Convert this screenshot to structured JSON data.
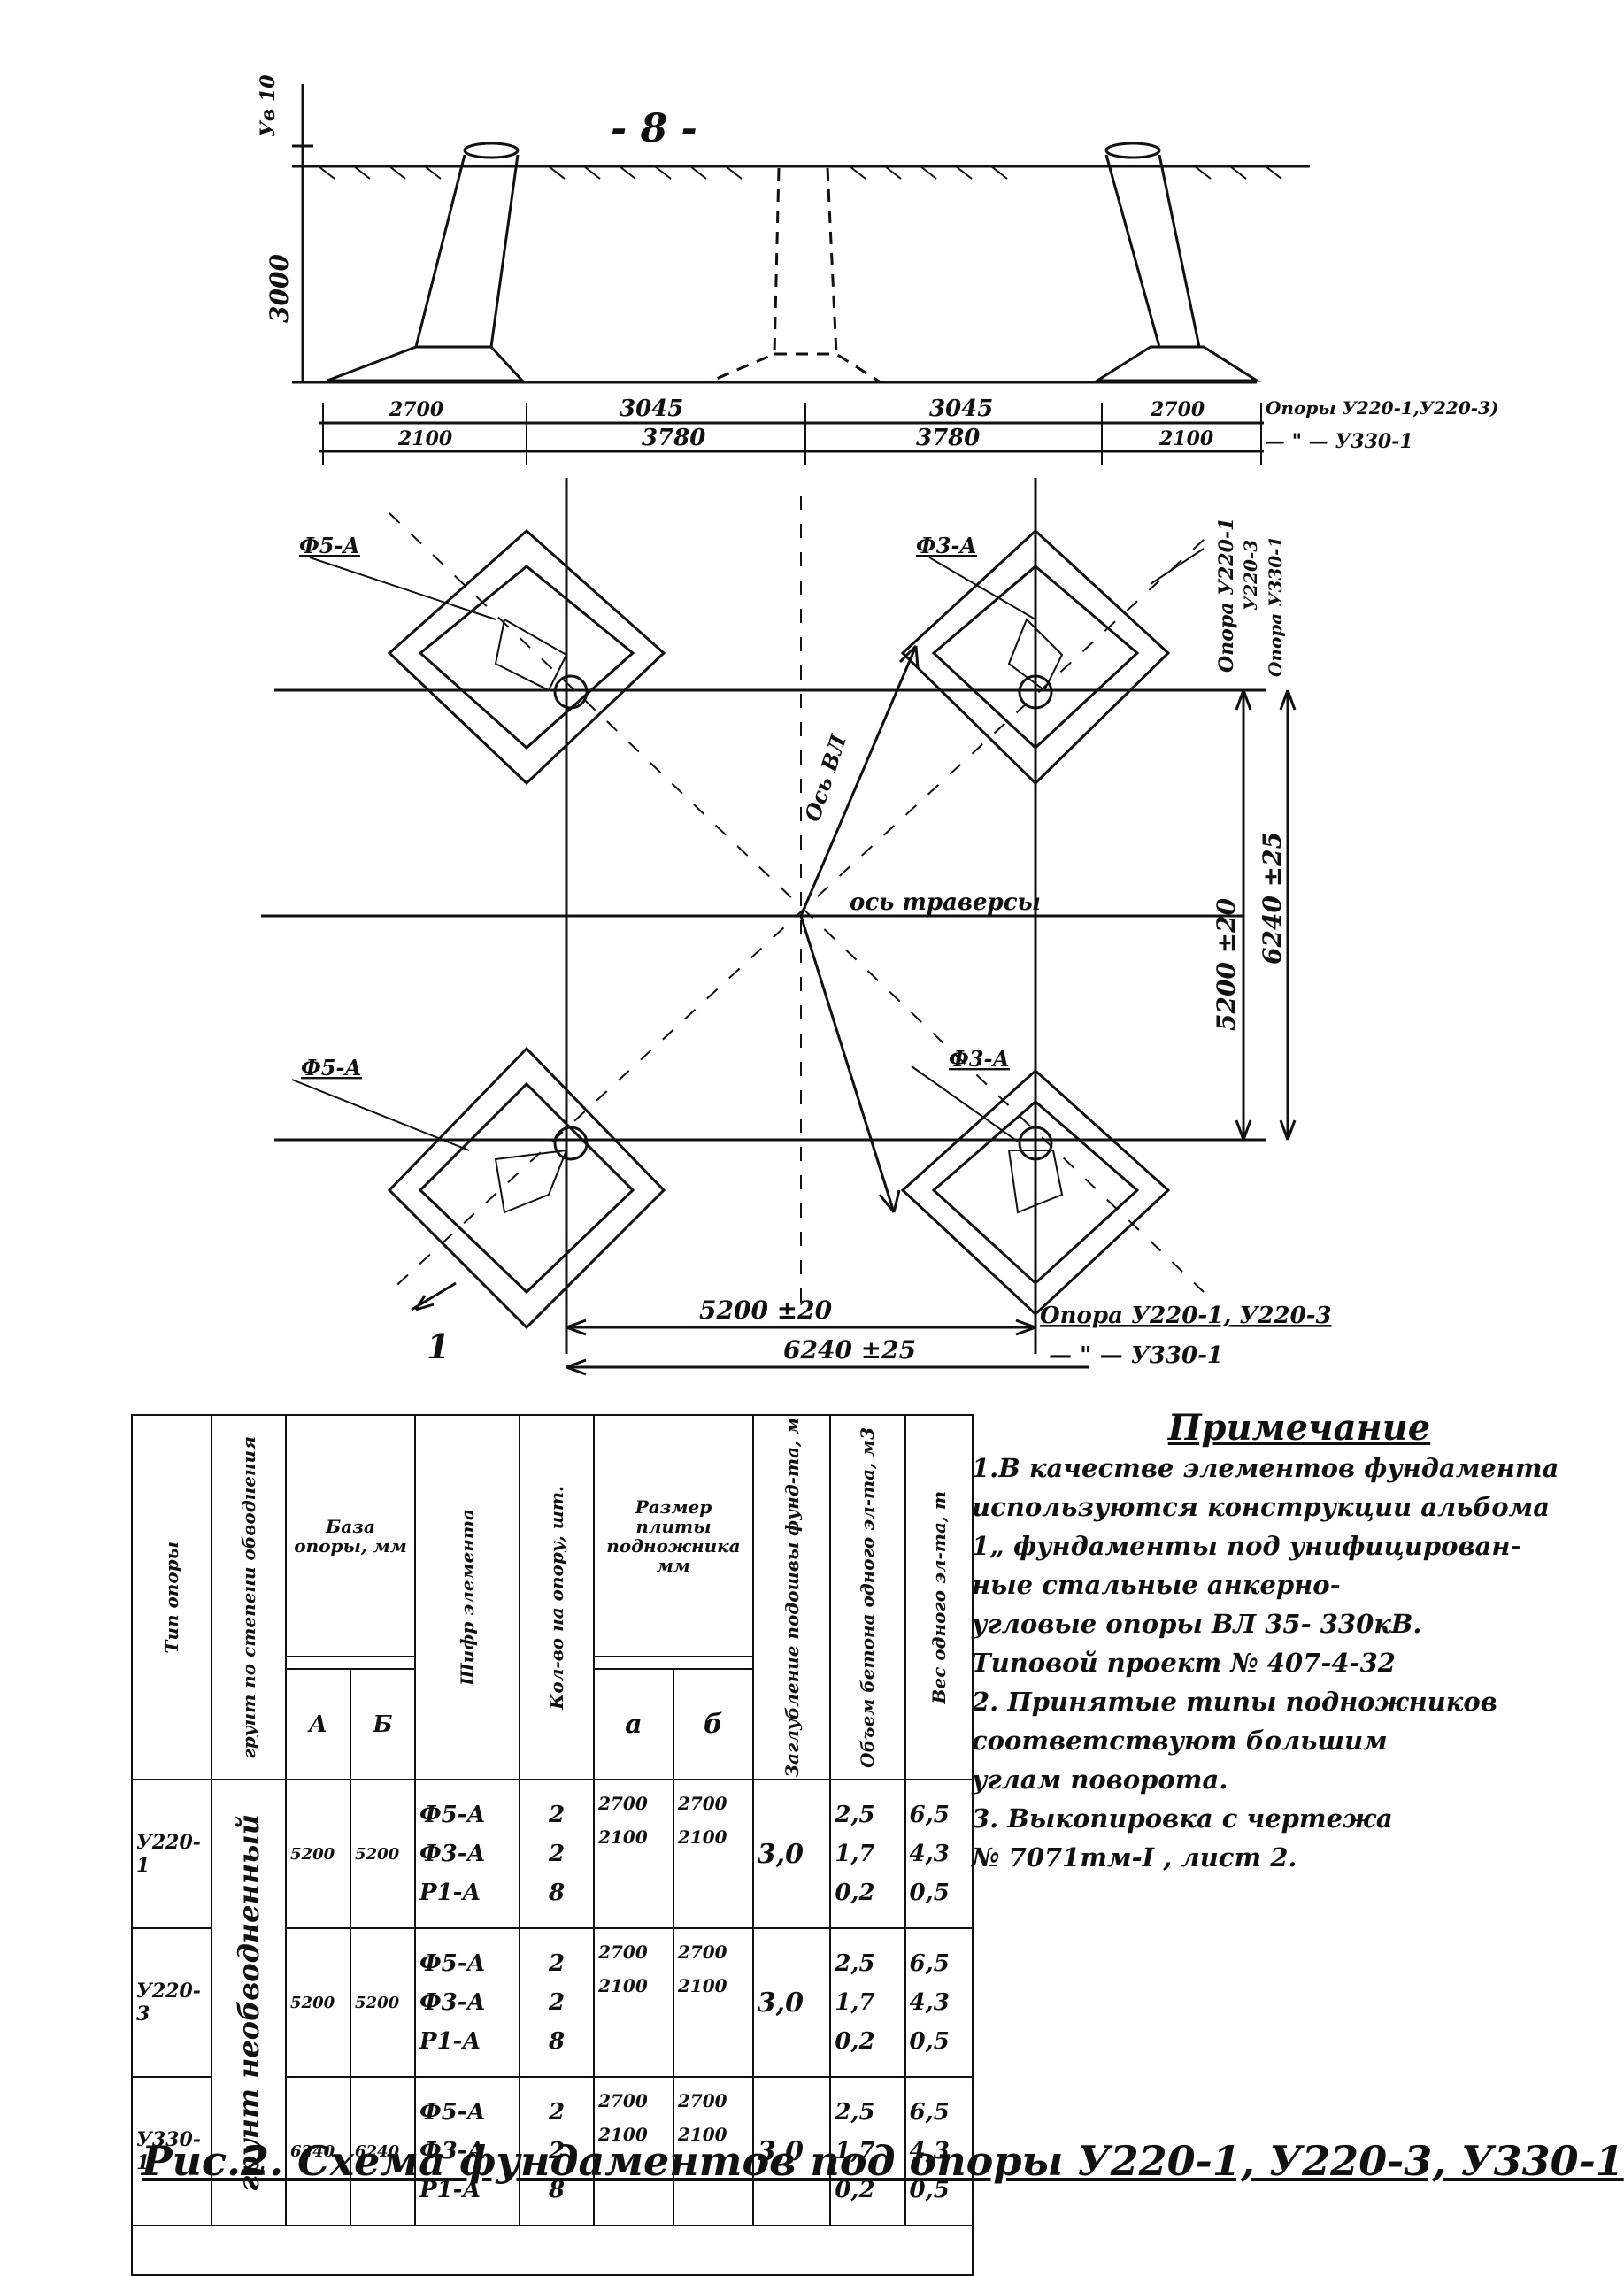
{
  "page_number": "- 8 -",
  "elevation": {
    "height_top": "Ув 10",
    "height_main": "3000",
    "row1": [
      "2700",
      "3045",
      "3045",
      "2700"
    ],
    "row2": [
      "2100",
      "3780",
      "3780",
      "2100"
    ],
    "row1_label": "Опоры У220-1,У220-3)",
    "row2_label": "— \" — У330-1"
  },
  "plan": {
    "label_f5a_tl": "Ф5-А",
    "label_f3a_tr": "Ф3-А",
    "label_f5a_bl": "Ф5-А",
    "label_f3a_br": "Ф3-А",
    "axis_vl": "Ось ВЛ",
    "axis_traverse": "ось траверсы",
    "dim_5200v": "5200 ±20",
    "dim_6240v": "6240 ±25",
    "dim_5200h": "5200 ±20",
    "dim_6240h": "6240 ±25",
    "side_label_1": "Опора У220-1",
    "side_label_2": "У220-3",
    "side_label_3": "Опора У330-1",
    "bottom_label_1": "Опора У220-1, У220-3",
    "bottom_label_2": "— \" — У330-1",
    "marker": "1"
  },
  "table": {
    "headers": {
      "type": "Тип опоры",
      "soil": "грунт по степени обводнения",
      "base": "База опоры, мм",
      "base_a": "А",
      "base_b": "Б",
      "cipher": "Шифр элемента",
      "qty": "Кол-во на опору, шт.",
      "plate": "Размер плиты подножника мм",
      "plate_a": "а",
      "plate_b": "б",
      "depth": "Заглубление подошвы фунд-та, м",
      "volume": "Объем бетона одного эл-та, м3",
      "weight": "Вес одного эл-та, т"
    },
    "soil_value": "грунт необводненный",
    "rows": [
      {
        "type": "У220-1",
        "base_a": "5200",
        "base_b": "5200",
        "ciphers": [
          "Ф5-А",
          "Ф3-А",
          "Р1-А"
        ],
        "qty": [
          "2",
          "2",
          "8"
        ],
        "plate_a": [
          "2700",
          "2100"
        ],
        "plate_b": [
          "2700",
          "2100"
        ],
        "depth": "3,0",
        "volume": [
          "2,5",
          "1,7",
          "0,2"
        ],
        "weight": [
          "6,5",
          "4,3",
          "0,5"
        ]
      },
      {
        "type": "У220-3",
        "base_a": "5200",
        "base_b": "5200",
        "ciphers": [
          "Ф5-А",
          "Ф3-А",
          "Р1-А"
        ],
        "qty": [
          "2",
          "2",
          "8"
        ],
        "plate_a": [
          "2700",
          "2100"
        ],
        "plate_b": [
          "2700",
          "2100"
        ],
        "depth": "3,0",
        "volume": [
          "2,5",
          "1,7",
          "0,2"
        ],
        "weight": [
          "6,5",
          "4,3",
          "0,5"
        ]
      },
      {
        "type": "У330-1",
        "base_a": "6240",
        "base_b": "6240",
        "ciphers": [
          "Ф5-А",
          "Ф3-А",
          "Р1-А"
        ],
        "qty": [
          "2",
          "2",
          "8"
        ],
        "plate_a": [
          "2700",
          "2100"
        ],
        "plate_b": [
          "2700",
          "2100"
        ],
        "depth": "3,0",
        "volume": [
          "2,5",
          "1,7",
          "0,2"
        ],
        "weight": [
          "6,5",
          "4,3",
          "0,5"
        ]
      }
    ]
  },
  "notes": {
    "title": "Примечание",
    "lines": [
      "1.В качестве элементов фундамента",
      "используются конструкции альбома",
      "1„ фундаменты под унифицирован-",
      "ные стальные анкерно-",
      "угловые опоры ВЛ 35- 330кВ.",
      "Типовой проект № 407-4-32",
      "2. Принятые типы подножников",
      "соответствуют большим",
      "углам поворота.",
      "3. Выкопировка с чертежа",
      "№ 7071тм-I , лист 2."
    ]
  },
  "caption": "Рис.2. Схема фундаментов под опоры У220-1, У220-3, У330-1"
}
